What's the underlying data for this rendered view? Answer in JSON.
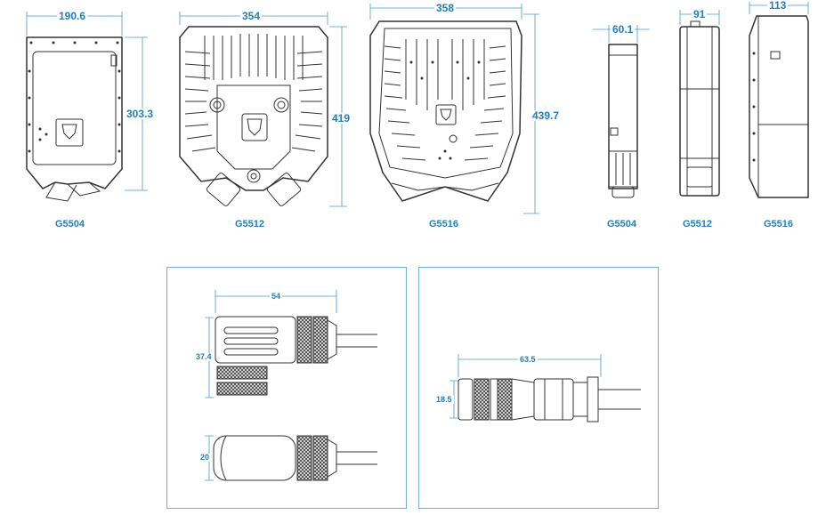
{
  "top_row": {
    "g5504_front": {
      "model": "G5504",
      "width_dim": "190.6",
      "height_dim": "303.3"
    },
    "g5512_front": {
      "model": "G5512",
      "width_dim": "354",
      "height_dim": "419"
    },
    "g5516_front": {
      "model": "G5516",
      "width_dim": "358",
      "height_dim": "439.7"
    },
    "g5504_side": {
      "model": "G5504",
      "depth_dim": "60.1"
    },
    "g5512_side": {
      "model": "G5512",
      "depth_dim": "91"
    },
    "g5516_side": {
      "model": "G5516",
      "depth_dim": "113"
    }
  },
  "connector_panel_left": {
    "angled_connector": {
      "length_dim": "54",
      "height_dim": "37.4"
    },
    "straight_connector": {
      "diameter_dim": "20"
    }
  },
  "connector_panel_right": {
    "inline_connector": {
      "length_dim": "63.5",
      "diameter_dim": "18.5"
    }
  },
  "colors": {
    "dimension_text": "#1f7fbf",
    "dimension_line": "#4a9ad0",
    "drawing_line": "#333333",
    "panel_border": "#6faed6"
  }
}
